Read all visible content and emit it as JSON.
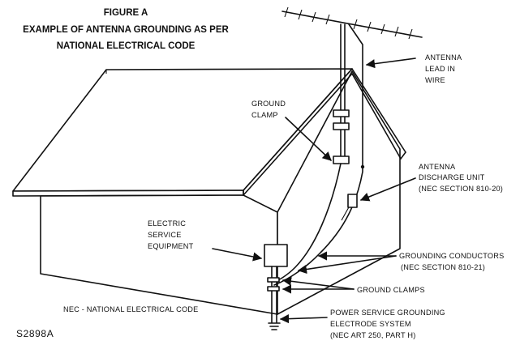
{
  "figure": {
    "heading": "FIGURE A",
    "title_line1": "EXAMPLE OF ANTENNA GROUNDING AS PER",
    "title_line2": "NATIONAL ELECTRICAL CODE"
  },
  "labels": {
    "antenna_lead_in": [
      "ANTENNA",
      "LEAD IN",
      "WIRE"
    ],
    "ground_clamp": [
      "GROUND",
      "CLAMP"
    ],
    "discharge_unit": [
      "ANTENNA",
      "DISCHARGE UNIT",
      "(NEC SECTION 810-20)"
    ],
    "service_equipment": [
      "ELECTRIC",
      "SERVICE",
      "EQUIPMENT"
    ],
    "grounding_conductors": [
      "GROUNDING CONDUCTORS",
      "(NEC SECTION 810-21)"
    ],
    "ground_clamps": [
      "GROUND CLAMPS"
    ],
    "nec_note": "NEC - NATIONAL ELECTRICAL CODE",
    "power_grounding": [
      "POWER SERVICE GROUNDING",
      "ELECTRODE SYSTEM",
      "(NEC ART 250, PART H)"
    ]
  },
  "figure_code": "S2898A",
  "colors": {
    "ink": "#111111",
    "paper": "#ffffff"
  }
}
